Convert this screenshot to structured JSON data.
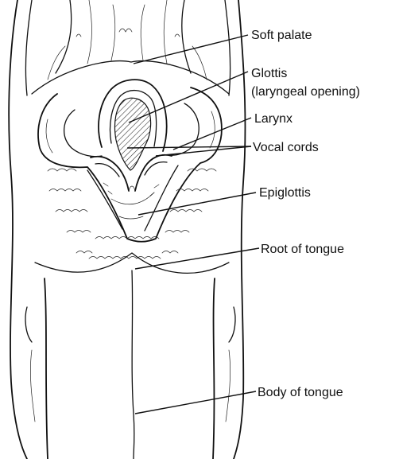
{
  "labels": {
    "soft_palate": "Soft palate",
    "glottis_line1": "Glottis",
    "glottis_line2": "(laryngeal opening)",
    "larynx": "Larynx",
    "vocal_cords": "Vocal cords",
    "epiglottis": "Epiglottis",
    "root_of_tongue": "Root of tongue",
    "body_of_tongue": "Body of tongue"
  }
}
